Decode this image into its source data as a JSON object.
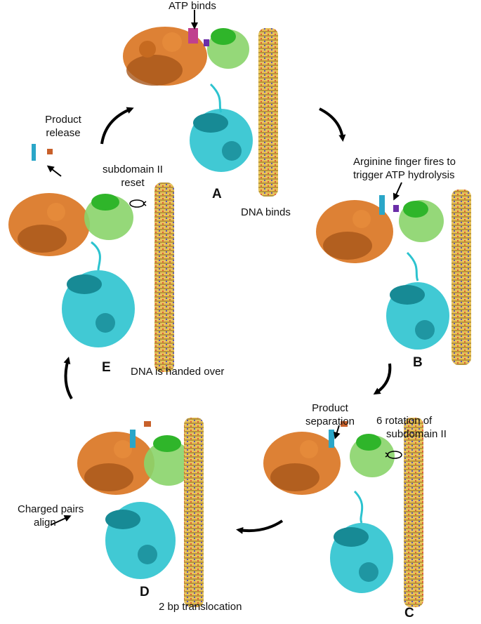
{
  "labels": {
    "atp_binds": "ATP binds",
    "dna_binds": "DNA binds",
    "arginine_line1": "Arginine finger fires to",
    "arginine_line2": "trigger ATP hydrolysis",
    "product_sep_line1": "Product",
    "product_sep_line2": "separation",
    "rotation_line1": "6   rotation of",
    "rotation_line2": "subdomain II",
    "charged_line1": "Charged pairs",
    "charged_line2": "align",
    "translocation": "2 bp translocation",
    "handed_over": "DNA is handed over",
    "product_release_line1": "Product",
    "product_release_line2": "release",
    "reset_line1": "subdomain II",
    "reset_line2": "reset"
  },
  "states": {
    "A": "A",
    "B": "B",
    "C": "C",
    "D": "D",
    "E": "E"
  },
  "colors": {
    "domain_1A": "#d9731f",
    "domain_1A_dark": "#a8561a",
    "subdomain_II": "#2fb52a",
    "subdomain_II_light": "#8ad46a",
    "domain_2A": "#2cc3cf",
    "domain_2A_dark": "#178a95",
    "dna": "#c9a43a",
    "atp": "#c0408e"
  }
}
